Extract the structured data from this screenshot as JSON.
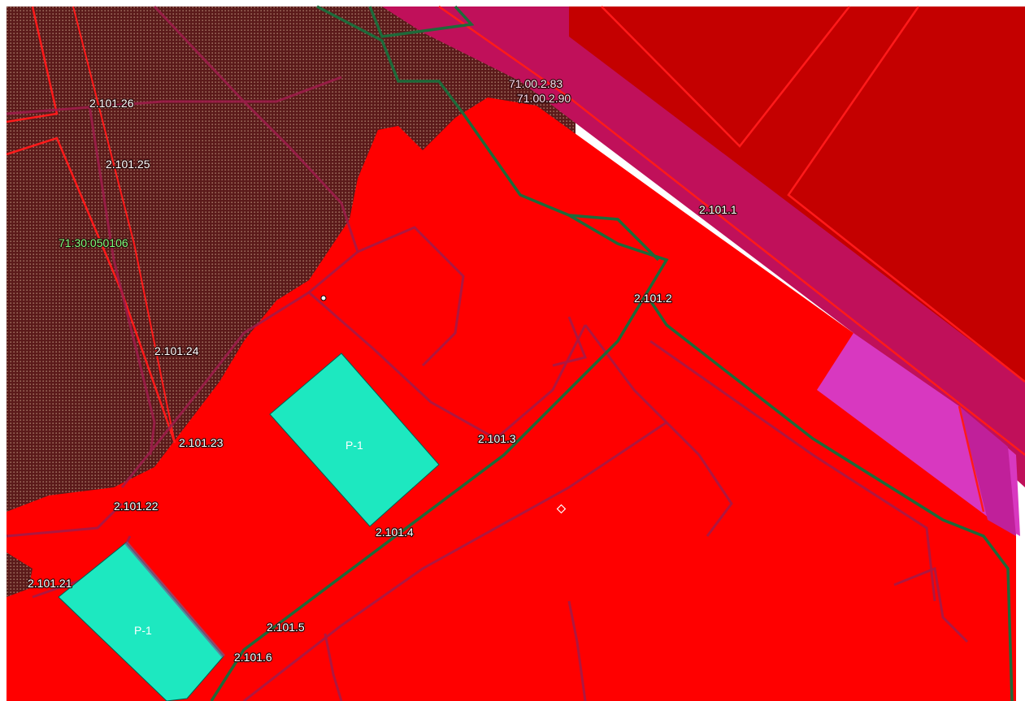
{
  "map": {
    "colors": {
      "zone_red": "#ff0000",
      "zone_dark_red": "#c40000",
      "hatched_brown": "#5b1a1a",
      "hatch_dot": "#a07060",
      "magenta_strip": "#c0105a",
      "pink_band": "#d838c0",
      "cyan_plot": "#1de8c0",
      "green_line": "#1e6a3a",
      "utility_line": "#a01c4c",
      "boundary_line": "#ff1a1a",
      "label_text": "#ffffff",
      "cadastral_text": "#7cff7c"
    },
    "labels": {
      "l_2_101_26": "2.101.26",
      "l_2_101_25": "2.101.25",
      "l_cadastral": "71:30:050106",
      "l_2_101_24": "2.101.24",
      "l_2_101_23": "2.101.23",
      "l_2_101_22": "2.101.22",
      "l_2_101_21": "2.101.21",
      "l_2_101_6": "2.101.6",
      "l_2_101_5": "2.101.5",
      "l_2_101_4": "2.101.4",
      "l_2_101_3": "2.101.3",
      "l_2_101_2": "2.101.2",
      "l_2_101_1": "2.101.1",
      "l_71_00_2_83": "71.00.2.83",
      "l_71_00_2_90": "71.00.2.90"
    },
    "zones": {
      "p1_upper": "Р-1",
      "p1_lower": "Р-1"
    }
  }
}
